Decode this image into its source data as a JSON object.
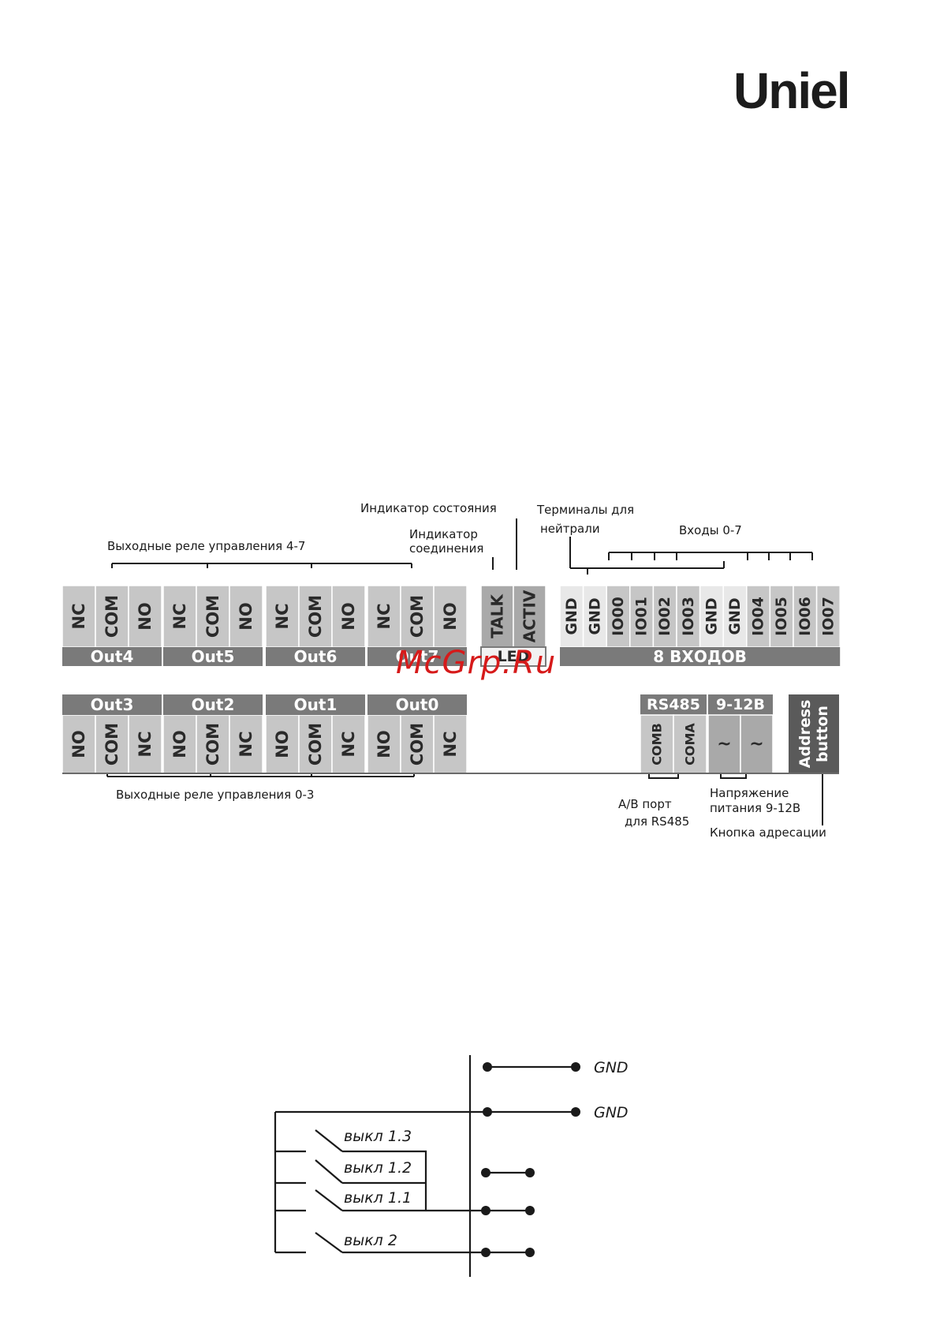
{
  "logo": "Uniel",
  "watermark": "McGrp.Ru",
  "annotations": {
    "outputs_4_7": "Выходные реле управления 4-7",
    "outputs_0_3": "Выходные реле управления 0-3",
    "status_indicator": "Индикатор состояния",
    "connection_indicator_line1": "Индикатор",
    "connection_indicator_line2": "соединения",
    "neutral_terminals_line1": "Терминалы для",
    "neutral_terminals_line2": "нейтрали",
    "inputs_0_7": "Входы 0-7",
    "ab_port_line1": "A/B порт",
    "ab_port_line2": "для RS485",
    "supply_line1": "Напряжение",
    "supply_line2": "питания 9-12В",
    "address_button_caption": "Кнопка адресации"
  },
  "top_row": {
    "groups": [
      {
        "label": "Out4",
        "pins": [
          "NC",
          "COM",
          "NO"
        ]
      },
      {
        "label": "Out5",
        "pins": [
          "NC",
          "COM",
          "NO"
        ]
      },
      {
        "label": "Out6",
        "pins": [
          "NC",
          "COM",
          "NO"
        ]
      },
      {
        "label": "Out7",
        "pins": [
          "NC",
          "COM",
          "NO"
        ]
      }
    ],
    "led": {
      "label": "LED",
      "pins": [
        "TALK",
        "ACTIV"
      ]
    },
    "inputs": {
      "label": "8 ВХОДОВ",
      "pins": [
        "GND",
        "GND",
        "IO00",
        "IO01",
        "IO02",
        "IO03",
        "GND",
        "GND",
        "IO04",
        "IO05",
        "IO06",
        "IO07"
      ]
    }
  },
  "bottom_row": {
    "groups": [
      {
        "label": "Out3",
        "pins": [
          "NO",
          "COM",
          "NC"
        ]
      },
      {
        "label": "Out2",
        "pins": [
          "NO",
          "COM",
          "NC"
        ]
      },
      {
        "label": "Out1",
        "pins": [
          "NO",
          "COM",
          "NC"
        ]
      },
      {
        "label": "Out0",
        "pins": [
          "NO",
          "COM",
          "NC"
        ]
      }
    ],
    "rs485": {
      "label": "RS485",
      "pins": [
        "COMB",
        "COMA"
      ]
    },
    "power": {
      "label": "9-12B",
      "pins": [
        "~",
        "~"
      ]
    },
    "address": {
      "line1": "Address",
      "line2": "button"
    }
  },
  "wiring": {
    "gnd1": "GND",
    "gnd2": "GND",
    "switches": [
      "выкл 1.3",
      "выкл 1.2",
      "выкл 1.1",
      "выкл 2"
    ]
  },
  "colors": {
    "cell": "#c6c6c6",
    "cell_dark": "#a9a9a9",
    "cell_light": "#e8e8e8",
    "bar": "#7a7a7a",
    "address": "#5a5a5a"
  }
}
